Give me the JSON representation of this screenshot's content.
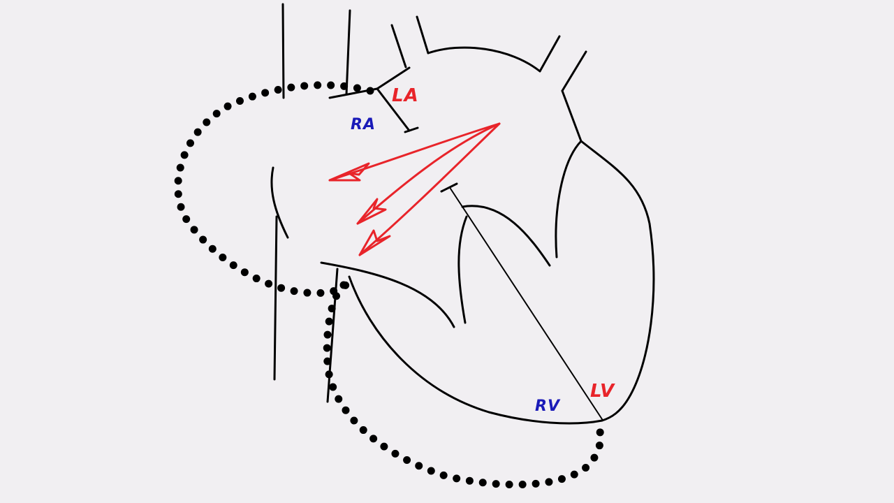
{
  "colors": {
    "background": "#f1eff2",
    "outline": "#000000",
    "left_side": "#e8242a",
    "right_side": "#1a1ab8"
  },
  "labels": {
    "left_atrium": "LA",
    "right_atrium": "RA",
    "left_ventricle": "LV",
    "right_ventricle": "RV"
  },
  "icons": {
    "arrows": "red-arrow-icon"
  }
}
